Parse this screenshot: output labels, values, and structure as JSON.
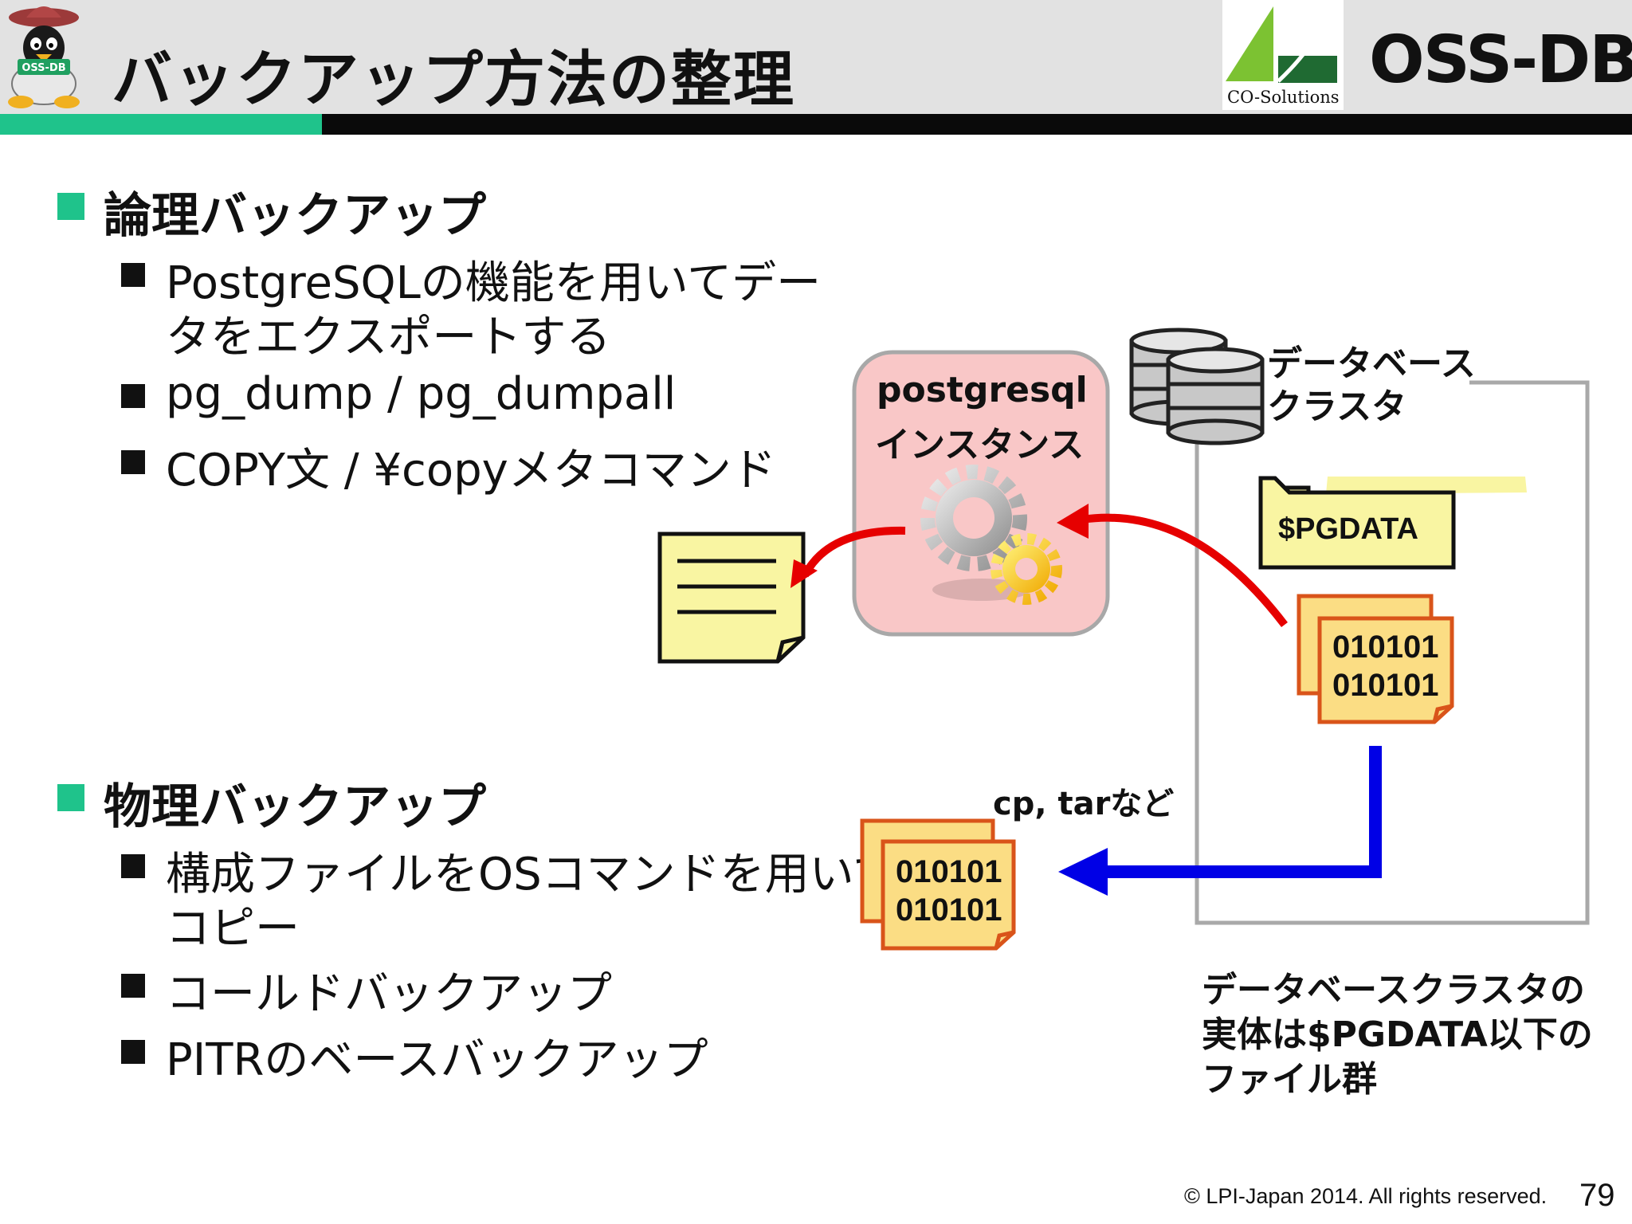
{
  "header": {
    "title": "バックアップ方法の整理",
    "mascot_text": "OSS-DB",
    "oss_logo_text": "OSS-DB",
    "co_logo_text": "CO-Solutions"
  },
  "colors": {
    "accent_green": "#1fc38b",
    "header_bg": "#e2e2e2",
    "instance_bg": "#f9c7c7",
    "file_fill": "#fbdd84",
    "file_border": "#d9541a",
    "note_fill": "#f9f5a2",
    "arrow_red": "#e60000",
    "arrow_blue": "#0000e6"
  },
  "sections": [
    {
      "title": "論理バックアップ",
      "items": [
        {
          "lines": [
            "PostgreSQLの機能を用いてデー",
            "タをエクスポートする"
          ]
        },
        {
          "lines": [
            "pg_dump / pg_dumpall"
          ]
        },
        {
          "lines": [
            "COPY文 / ¥copyメタコマンド"
          ]
        }
      ]
    },
    {
      "title": "物理バックアップ",
      "items": [
        {
          "lines": [
            "構成ファイルをOSコマンドを用いて",
            "コピー"
          ]
        },
        {
          "lines": [
            "コールドバックアップ"
          ]
        },
        {
          "lines": [
            "PITRのベースバックアップ"
          ]
        }
      ]
    }
  ],
  "diagram": {
    "instance_label": [
      "postgresql",
      "インスタンス"
    ],
    "cluster_label": [
      "データベース",
      "クラスタ"
    ],
    "pgdata_label": "$PGDATA",
    "file_lines": [
      "010101",
      "010101"
    ],
    "copy_label": "cp, tarなど",
    "caption": [
      "データベースクラスタの",
      "実体は$PGDATA以下の",
      "ファイル群"
    ],
    "icons": [
      "gear-icon",
      "database-icon",
      "folder-icon",
      "document-icon",
      "binary-file-icon"
    ]
  },
  "footer": {
    "copyright": "© LPI-Japan 2014. All rights reserved.",
    "page_number": "79"
  }
}
